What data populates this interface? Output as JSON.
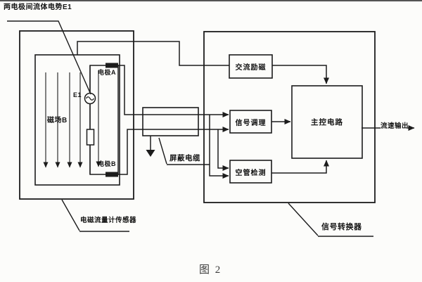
{
  "caption": "图 2",
  "callouts": {
    "emf": "两电极间流体电势E1",
    "cable": "屏蔽电缆",
    "sensor": "电磁流量计传感器",
    "converter": "信号转换器"
  },
  "sensor": {
    "field_label": "磁场B",
    "source_label": "E1",
    "electrode_a_label": "电极A",
    "electrode_b_label": "电极B"
  },
  "converter": {
    "excitation": "交流励磁",
    "signal_conditioning": "信号调理",
    "main_control": "主控电路",
    "empty_pipe_detection": "空管检测",
    "output_label": "流速输出"
  },
  "colors": {
    "line": "#1c1c1c",
    "background": "#fcfcfa",
    "text": "#141414"
  }
}
